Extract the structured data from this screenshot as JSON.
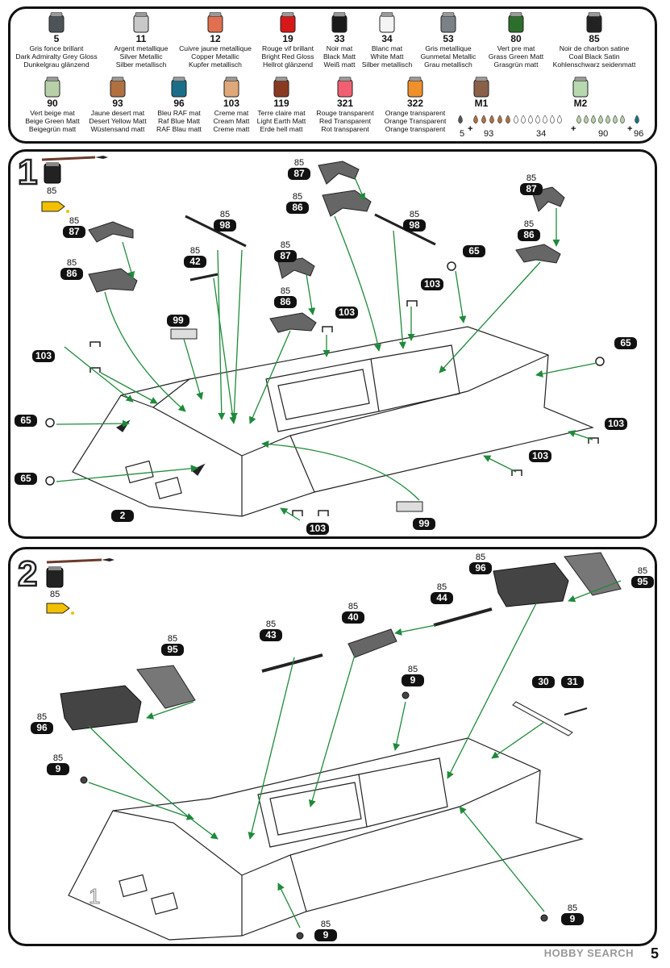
{
  "palette": {
    "row1": [
      {
        "num": "5",
        "color": "#4c5458",
        "l1": "Gris fonce brillant",
        "l2": "Dark Admiralty Grey Gloss",
        "l3": "Dunkelgrau glänzend"
      },
      {
        "num": "11",
        "color": "#c8c8c8",
        "l1": "Argent metallique",
        "l2": "Silver Metallic",
        "l3": "Silber metallisch"
      },
      {
        "num": "12",
        "color": "#e07050",
        "l1": "Cuivre jaune metallique",
        "l2": "Copper Metallic",
        "l3": "Kupfer metallisch"
      },
      {
        "num": "19",
        "color": "#d81818",
        "l1": "Rouge vif brillant",
        "l2": "Bright Red Gloss",
        "l3": "Hellrot glänzend"
      },
      {
        "num": "33",
        "color": "#1a1a1a",
        "l1": "Noir mat",
        "l2": "Black Matt",
        "l3": "Weiß matt"
      },
      {
        "num": "34",
        "color": "#f4f4f4",
        "l1": "Blanc mat",
        "l2": "White Matt",
        "l3": "Silber metallisch"
      },
      {
        "num": "53",
        "color": "#7a8288",
        "l1": "Gris metallique",
        "l2": "Gunmetal Metallic",
        "l3": "Grau metallisch"
      },
      {
        "num": "80",
        "color": "#2c6e2c",
        "l1": "Vert pre mat",
        "l2": "Grass Green Matt",
        "l3": "Grasgrün matt"
      },
      {
        "num": "85",
        "color": "#222222",
        "l1": "Noir de charbon satine",
        "l2": "Coal Black Satin",
        "l3": "Kohlenschwarz seidenmatt"
      }
    ],
    "row2": [
      {
        "num": "90",
        "color": "#b8d0a8",
        "l1": "Vert beige mat",
        "l2": "Beige Green Matt",
        "l3": "Beigegrün matt"
      },
      {
        "num": "93",
        "color": "#b07040",
        "l1": "Jaune desert mat",
        "l2": "Desert Yellow Matt",
        "l3": "Wüstensand matt"
      },
      {
        "num": "96",
        "color": "#1a6e8a",
        "l1": "Bleu RAF mat",
        "l2": "Raf Blue Matt",
        "l3": "RAF Blau matt"
      },
      {
        "num": "103",
        "color": "#e0a878",
        "l1": "Creme mat",
        "l2": "Cream Matt",
        "l3": "Creme matt"
      },
      {
        "num": "119",
        "color": "#8a3a20",
        "l1": "Terre claire mat",
        "l2": "Light Earth Matt",
        "l3": "Erde hell matt"
      },
      {
        "num": "321",
        "color": "#f06070",
        "l1": "Rouge transparent",
        "l2": "Red Transparent",
        "l3": "Rot transparent"
      },
      {
        "num": "322",
        "color": "#f0902a",
        "l1": "Orange transparent",
        "l2": "Orange Transparent",
        "l3": "Orange transparent"
      }
    ],
    "mixes": [
      {
        "label": "M1",
        "color": "#8a6048",
        "parts": [
          {
            "count": "5"
          },
          {
            "count": "93"
          }
        ]
      },
      {
        "label": "M2",
        "color": "#b8d8b0",
        "parts": [
          {
            "count": "34"
          },
          {
            "count": "90"
          },
          {
            "count": "96"
          }
        ]
      }
    ]
  },
  "step1": {
    "number": "1",
    "paint": "85",
    "tags": [
      {
        "c": "85",
        "p": "87",
        "pos": "tl"
      },
      {
        "c": "85",
        "p": "86",
        "pos": "tl2"
      },
      {
        "c": "85",
        "p": "98",
        "pos": "a"
      },
      {
        "c": "85",
        "p": "42",
        "pos": "b"
      },
      {
        "c": "",
        "p": "99",
        "pos": "c"
      },
      {
        "c": "",
        "p": "103",
        "pos": "d"
      },
      {
        "c": "",
        "p": "65",
        "pos": "e"
      },
      {
        "c": "",
        "p": "65",
        "pos": "f"
      },
      {
        "c": "",
        "p": "2",
        "pos": "g"
      },
      {
        "c": "85",
        "p": "87",
        "pos": "h"
      },
      {
        "c": "85",
        "p": "86",
        "pos": "i"
      },
      {
        "c": "85",
        "p": "87",
        "pos": "j"
      },
      {
        "c": "85",
        "p": "86",
        "pos": "k"
      },
      {
        "c": "",
        "p": "103",
        "pos": "l"
      },
      {
        "c": "85",
        "p": "98",
        "pos": "m"
      },
      {
        "c": "",
        "p": "65",
        "pos": "n"
      },
      {
        "c": "",
        "p": "103",
        "pos": "o"
      },
      {
        "c": "85",
        "p": "87",
        "pos": "q"
      },
      {
        "c": "85",
        "p": "86",
        "pos": "r"
      },
      {
        "c": "",
        "p": "65",
        "pos": "s"
      },
      {
        "c": "",
        "p": "103",
        "pos": "t"
      },
      {
        "c": "",
        "p": "103",
        "pos": "u"
      },
      {
        "c": "",
        "p": "103",
        "pos": "v"
      },
      {
        "c": "",
        "p": "99",
        "pos": "w"
      }
    ]
  },
  "step2": {
    "number": "2",
    "paint": "85",
    "tags": [
      {
        "c": "85",
        "p": "95",
        "pos": "a"
      },
      {
        "c": "85",
        "p": "96",
        "pos": "b"
      },
      {
        "c": "85",
        "p": "9",
        "pos": "c"
      },
      {
        "c": "85",
        "p": "43",
        "pos": "d"
      },
      {
        "c": "85",
        "p": "40",
        "pos": "e"
      },
      {
        "c": "85",
        "p": "44",
        "pos": "f"
      },
      {
        "c": "85",
        "p": "96",
        "pos": "g"
      },
      {
        "c": "85",
        "p": "95",
        "pos": "h"
      },
      {
        "c": "85",
        "p": "9",
        "pos": "i"
      },
      {
        "c": "",
        "p": "30",
        "pos": "j"
      },
      {
        "c": "",
        "p": "31",
        "pos": "k"
      },
      {
        "c": "85",
        "p": "9",
        "pos": "l"
      },
      {
        "c": "85",
        "p": "9",
        "pos": "m"
      }
    ]
  },
  "footer": {
    "watermark": "HOBBY SEARCH",
    "page": "5"
  }
}
